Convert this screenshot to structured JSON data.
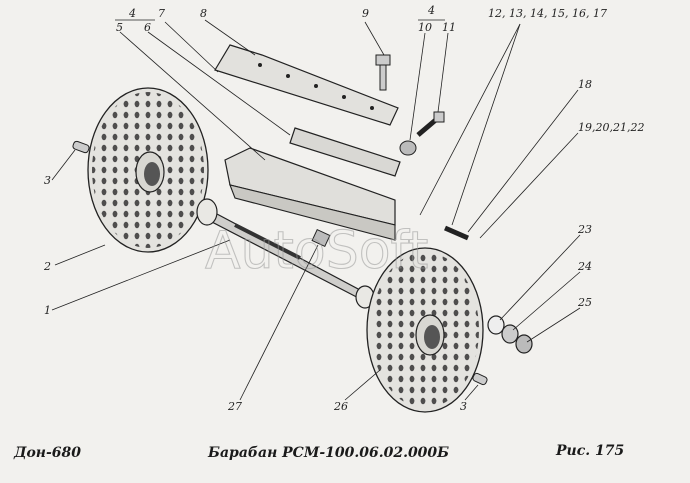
{
  "labels": {
    "n1": "1",
    "n2": "2",
    "n3a": "3",
    "n3b": "3",
    "n4a": "4",
    "n4b": "4",
    "n5": "5",
    "n6": "6",
    "n7": "7",
    "n8": "8",
    "n9": "9",
    "n10": "10",
    "n11": "11",
    "n12_17": "12, 13, 14, 15, 16, 17",
    "n18": "18",
    "n19_22": "19,20,21,22",
    "n23": "23",
    "n24": "24",
    "n25": "25",
    "n26": "26",
    "n27": "27"
  },
  "watermark": "AutoSoft",
  "caption": {
    "left": "Дон-680",
    "center": "Барабан   РСМ-100.06.02.000Б",
    "right": "Рис.   175"
  }
}
